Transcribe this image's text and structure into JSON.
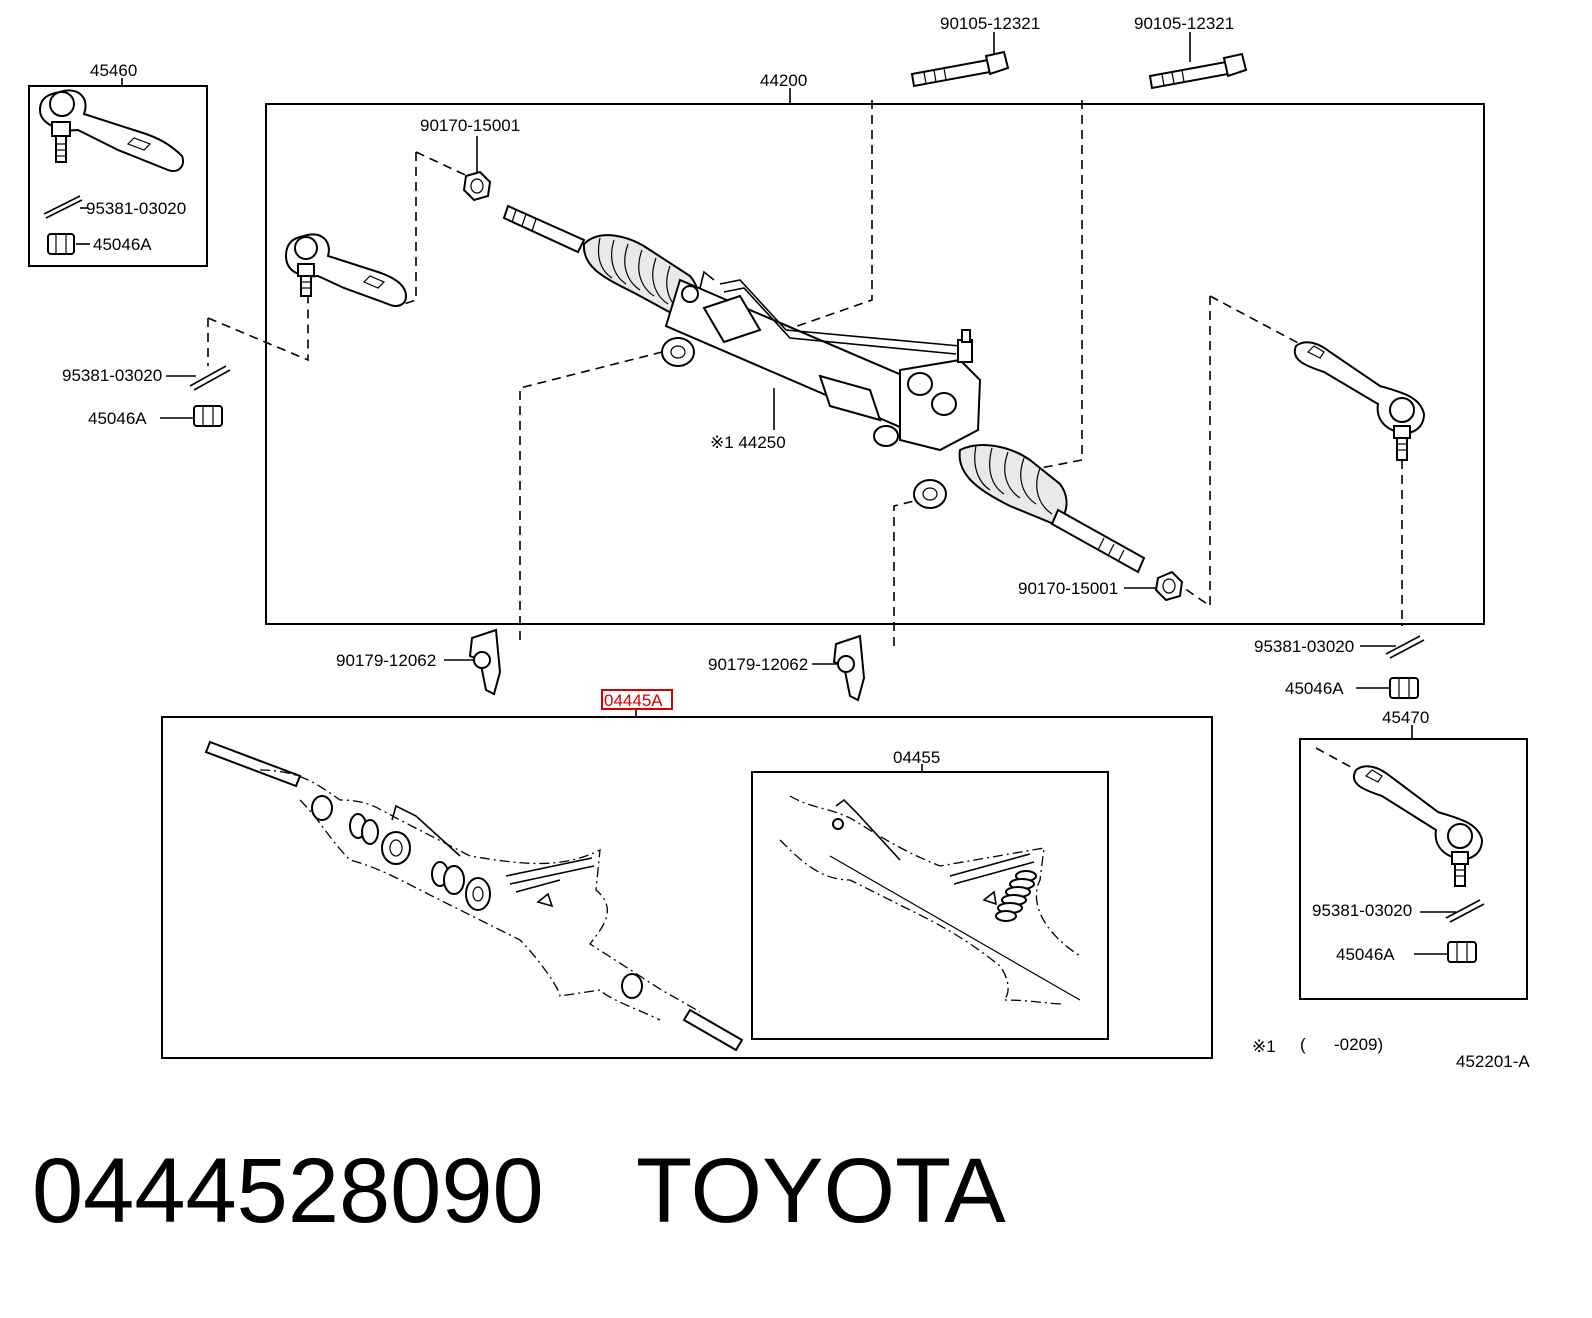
{
  "diagram": {
    "labels": {
      "tie_end_left_box": "45460",
      "cotter_in_box_left": "95381-03020",
      "nut_in_box_left": "45046A",
      "rack_assembly": "44200",
      "bolt_1": "90105-12321",
      "bolt_2": "90105-12321",
      "nut_top": "90170-15001",
      "nut_bottom": "90170-15001",
      "rack_housing": "※1 44250",
      "cotter_left": "95381-03020",
      "nut_left": "45046A",
      "bracket_left": "90179-12062",
      "bracket_right": "90179-12062",
      "cotter_right": "95381-03020",
      "nut_right": "45046A",
      "tie_end_right_box": "45470",
      "cotter_in_box_right": "95381-03020",
      "nut_in_box_right": "45046A",
      "gasket_kit": "04445A",
      "gasket_kit_sub": "04455",
      "footnote_mark": "※1",
      "footnote_range": "(      -0209)",
      "diagram_code": "452201-A"
    },
    "highlight_color": "#d40000"
  },
  "caption": {
    "part_number": "0444528090",
    "brand": "TOYOTA"
  }
}
